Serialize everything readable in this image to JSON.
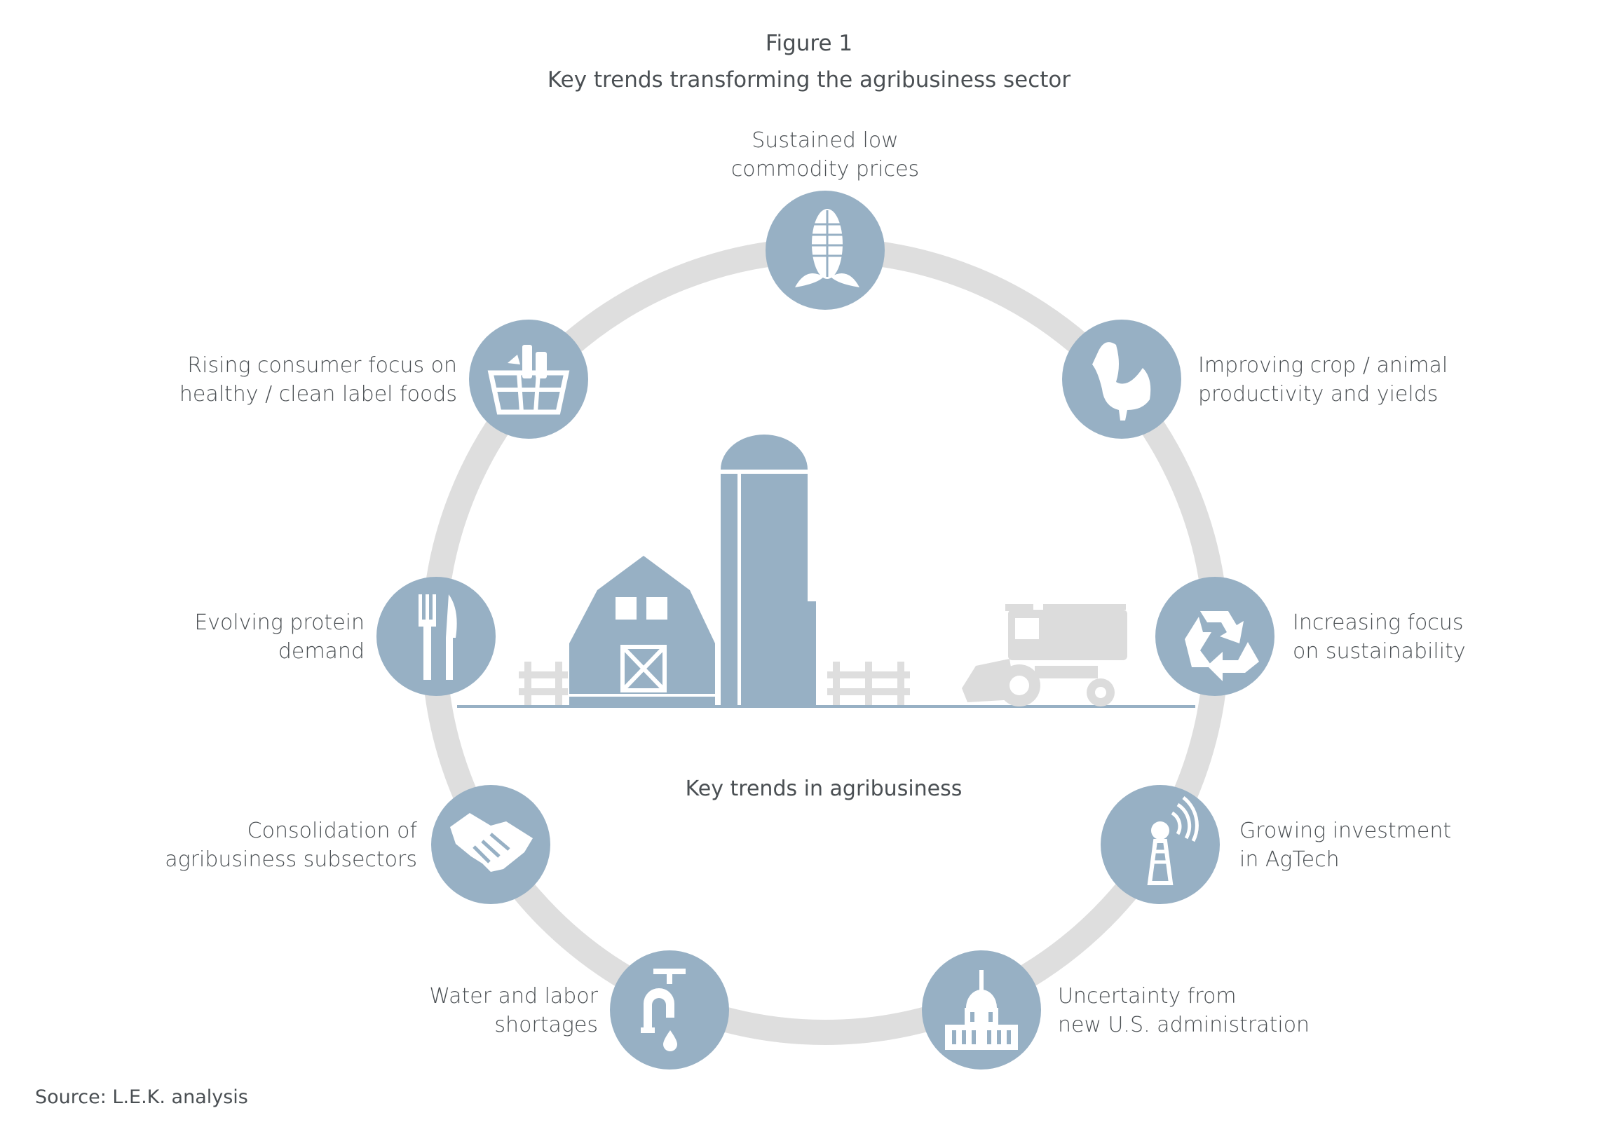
{
  "figure": {
    "label": "Figure 1",
    "title": "Key trends transforming the agribusiness sector",
    "center_label": "Key trends in agribusiness",
    "source": "Source: L.E.K. analysis"
  },
  "colors": {
    "circle_fill": "#97b0c4",
    "ring": "#dedede",
    "barn": "#97b0c4",
    "harvester": "#dcdcdc",
    "text": "#4a4f53"
  },
  "trends": [
    {
      "icon": "corn-icon",
      "lines": [
        "Sustained low",
        "commodity prices"
      ]
    },
    {
      "icon": "rooster-icon",
      "lines": [
        "Improving crop / animal",
        "productivity and yields"
      ]
    },
    {
      "icon": "recycle-icon",
      "lines": [
        "Increasing focus",
        "on sustainability"
      ]
    },
    {
      "icon": "antenna-tower-icon",
      "lines": [
        "Growing investment",
        "in AgTech"
      ]
    },
    {
      "icon": "capitol-building-icon",
      "lines": [
        "Uncertainty from",
        "new U.S. administration"
      ]
    },
    {
      "icon": "water-faucet-icon",
      "lines": [
        "Water and labor",
        "shortages"
      ]
    },
    {
      "icon": "handshake-icon",
      "lines": [
        "Consolidation of",
        "agribusiness subsectors"
      ]
    },
    {
      "icon": "fork-knife-icon",
      "lines": [
        "Evolving protein",
        "demand"
      ]
    },
    {
      "icon": "grocery-basket-icon",
      "lines": [
        "Rising consumer focus on",
        "healthy / clean label foods"
      ]
    }
  ]
}
